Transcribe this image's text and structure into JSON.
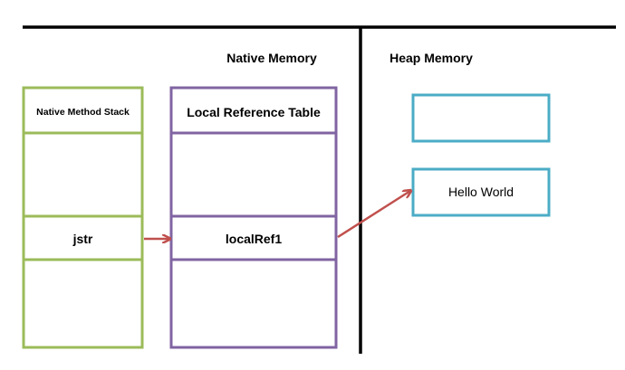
{
  "headers": {
    "native_memory": "Native Memory",
    "heap_memory": "Heap Memory"
  },
  "native_method_stack": {
    "title": "Native Method Stack",
    "ref": "jstr"
  },
  "local_reference_table": {
    "title": "Local Reference Table",
    "ref": "localRef1"
  },
  "heap_objects": {
    "empty_label": "",
    "string_object": "Hello World"
  },
  "colors": {
    "stack_border": "#9bbb59",
    "table_border": "#8064a2",
    "heap_border": "#4bacc6",
    "arrow": "#c0504d",
    "divider": "#000000"
  }
}
